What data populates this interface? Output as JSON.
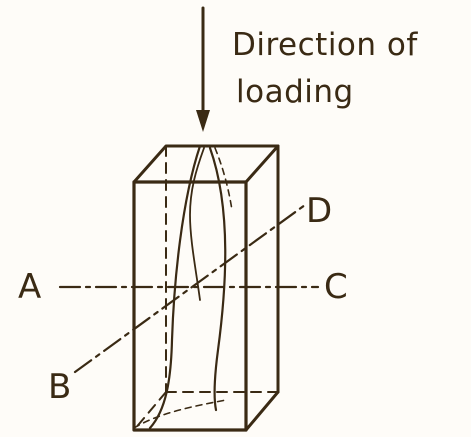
{
  "annotation": {
    "line1": "Direction of",
    "line2": "loading"
  },
  "points": {
    "a": "A",
    "b": "B",
    "c": "C",
    "d": "D"
  },
  "colors": {
    "ink": "#3a2a14",
    "paper": "#fefcf8"
  }
}
